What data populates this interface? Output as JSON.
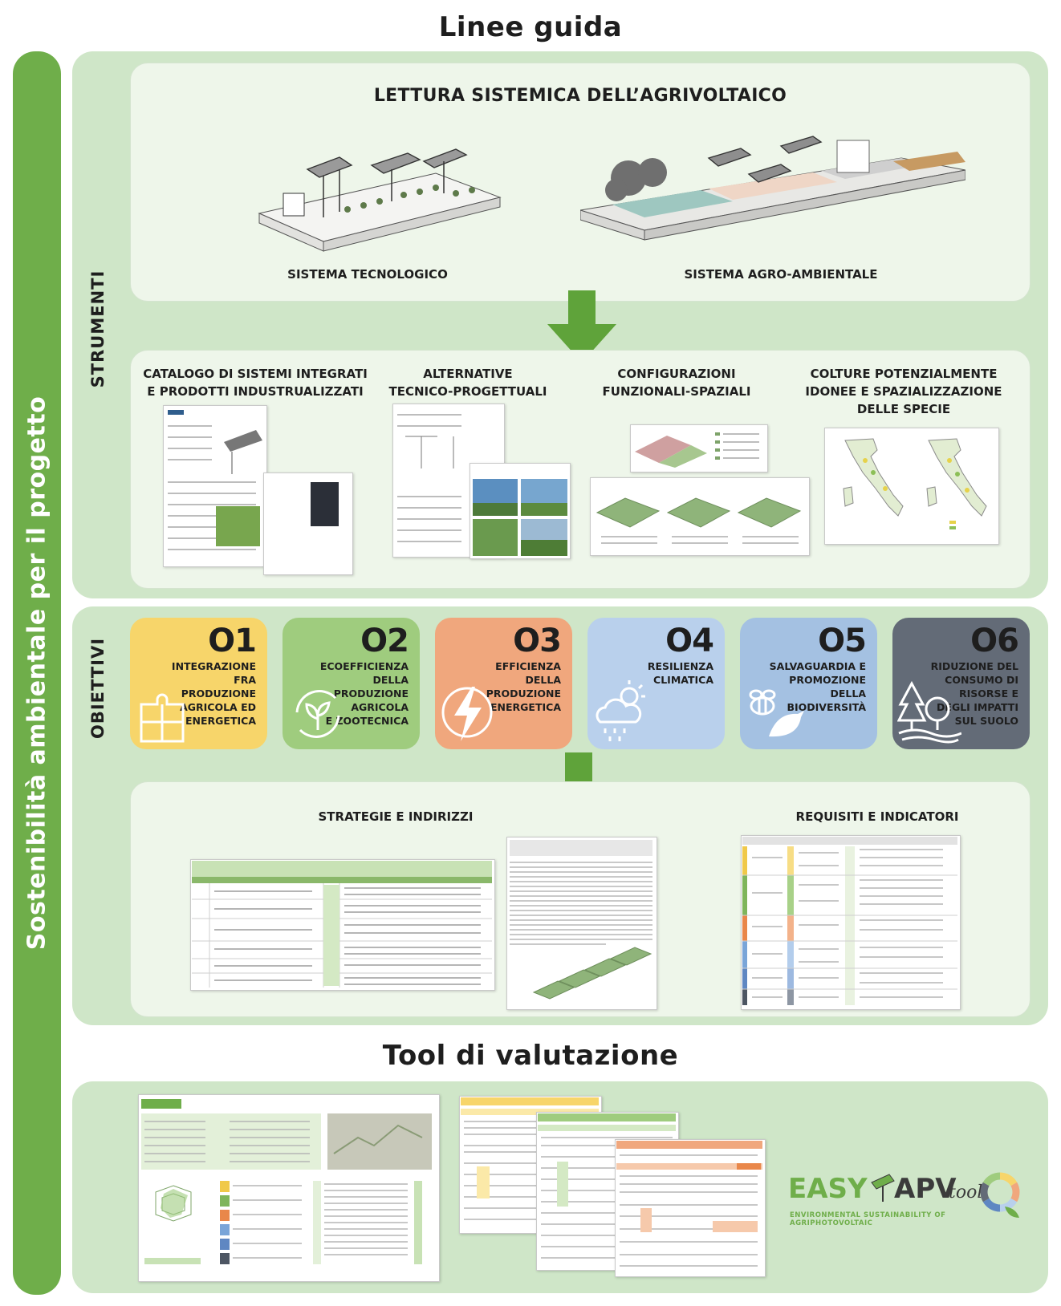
{
  "header_title": "Linee guida",
  "sidebar_label": "Sostenibilità ambientale per il progetto",
  "strumenti": {
    "label": "STRUMENTI",
    "lettura": {
      "title": "LETTURA SISTEMICA DELL’AGRIVOLTAICO",
      "left_caption": "SISTEMA TECNOLOGICO",
      "right_caption": "SISTEMA AGRO-AMBIENTALE"
    },
    "tools": [
      {
        "line1": "CATALOGO DI SISTEMI INTEGRATI",
        "line2": "E PRODOTTI INDUSTRUALIZZATI",
        "line3": ""
      },
      {
        "line1": "ALTERNATIVE",
        "line2": "TECNICO-PROGETTUALI",
        "line3": ""
      },
      {
        "line1": "CONFIGURAZIONI",
        "line2": "FUNZIONALI-SPAZIALI",
        "line3": ""
      },
      {
        "line1": "COLTURE POTENZIALMENTE",
        "line2": "IDONEE E SPAZIALIZZAZIONE",
        "line3": "DELLE SPECIE"
      }
    ]
  },
  "obiettivi": {
    "label": "OBIETTIVI",
    "items": [
      {
        "num": "O1",
        "l1": "INTEGRAZIONE",
        "l2": "FRA",
        "l3": "PRODUZIONE",
        "l4": "AGRICOLA ED",
        "l5": "ENERGETICA",
        "color": "#f7d56a",
        "icon": "puzzle-icon"
      },
      {
        "num": "O2",
        "l1": "ECOEFFICIENZA",
        "l2": "DELLA",
        "l3": "PRODUZIONE",
        "l4": "AGRICOLA",
        "l5": "E ZOOTECNICA",
        "color": "#9fcc7e",
        "icon": "leaf-cycle-icon"
      },
      {
        "num": "O3",
        "l1": "EFFICIENZA",
        "l2": "DELLA",
        "l3": "PRODUZIONE",
        "l4": "ENERGETICA",
        "l5": "",
        "color": "#f0a77d",
        "icon": "lightning-icon"
      },
      {
        "num": "O4",
        "l1": "RESILIENZA",
        "l2": "CLIMATICA",
        "l3": "",
        "l4": "",
        "l5": "",
        "color": "#b9d0ec",
        "icon": "weather-icon"
      },
      {
        "num": "O5",
        "l1": "SALVAGUARDIA E",
        "l2": "PROMOZIONE",
        "l3": "DELLA",
        "l4": "BIODIVERSITÀ",
        "l5": "",
        "color": "#a4c1e2",
        "icon": "bee-bird-icon"
      },
      {
        "num": "O6",
        "l1": "RIDUZIONE DEL",
        "l2": "CONSUMO DI",
        "l3": "RISORSE E",
        "l4": "DEGLI IMPATTI",
        "l5": "SUL SUOLO",
        "color": "#636b77",
        "icon": "trees-icon"
      }
    ],
    "strategie_label": "STRATEGIE E INDIRIZZI",
    "requisiti_label": "REQUISITI E INDICATORI"
  },
  "tool": {
    "title": "Tool di valutazione",
    "logo_easy": "EASY",
    "logo_apv": "APV",
    "logo_tool": "tool",
    "logo_tagline": "ENVIRONMENTAL SUSTAINABILITY OF AGRIPHOTOVOLTAIC"
  },
  "colors": {
    "accent_green": "#6fae4a",
    "band": "#cfe6c8",
    "panel": "#eef6ea",
    "arrow": "#5fa33a"
  }
}
